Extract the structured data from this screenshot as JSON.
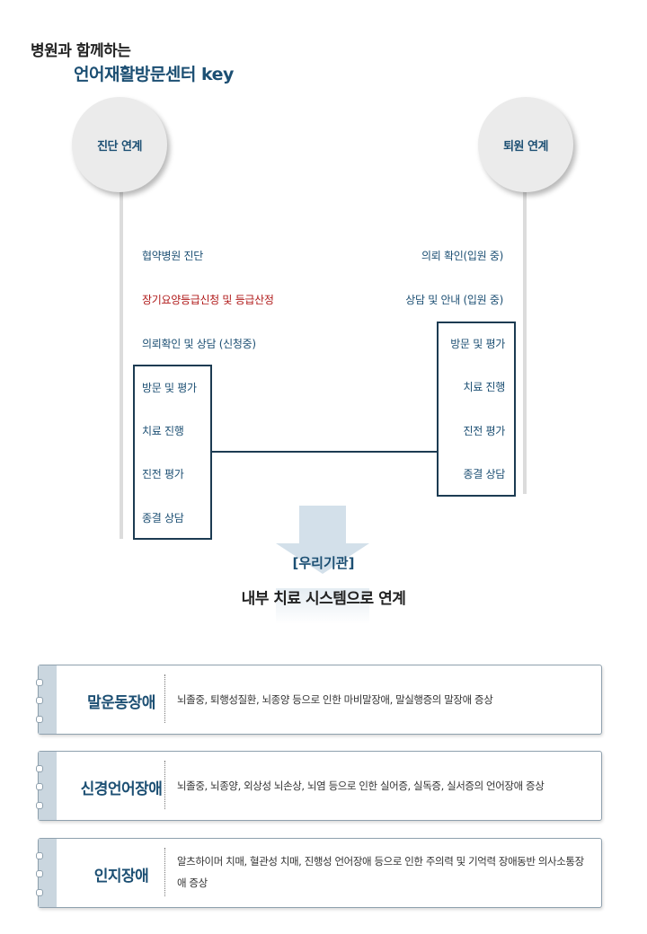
{
  "header": {
    "line1": "병원과 함께하는",
    "line2": "언어재활방문센터 key"
  },
  "left": {
    "title": "진단 연계",
    "steps": [
      "협약병원 진단",
      "장기요양등급신청 및 등급산정",
      "의뢰확인 및 상담 (신청중)"
    ],
    "boxed": [
      "방문 및 평가",
      "치료 진행",
      "진전 평가",
      "종결 상담"
    ]
  },
  "right": {
    "title": "퇴원 연계",
    "steps": [
      "의뢰 확인(입원 중)",
      "상담 및 안내 (입원 중)"
    ],
    "boxed": [
      "방문 및 평가",
      "치료 진행",
      "진전 평가",
      "종결 상담"
    ]
  },
  "center": {
    "org": "[우리기관]",
    "system": "내부 치료 시스템으로 연계"
  },
  "colors": {
    "accent": "#1c4f73",
    "highlight": "#b01a1a",
    "box_border": "#1c3b52"
  },
  "cards": [
    {
      "title": "말운동장애",
      "desc": "뇌졸중, 퇴행성질환, 뇌종양 등으로 인한 마비말장애, 말실행증의 말장애 증상"
    },
    {
      "title": "신경언어장애",
      "desc": "뇌졸중, 뇌종양, 외상성 뇌손상, 뇌염 등으로 인한 실어증, 실독증, 실서증의 언어장애 증상"
    },
    {
      "title": "인지장애",
      "desc": "알츠하이머 치매, 혈관성 치매, 진행성 언어장애 등으로 인한 주의력 및 기억력 장애동반 의사소통장애 증상"
    }
  ]
}
